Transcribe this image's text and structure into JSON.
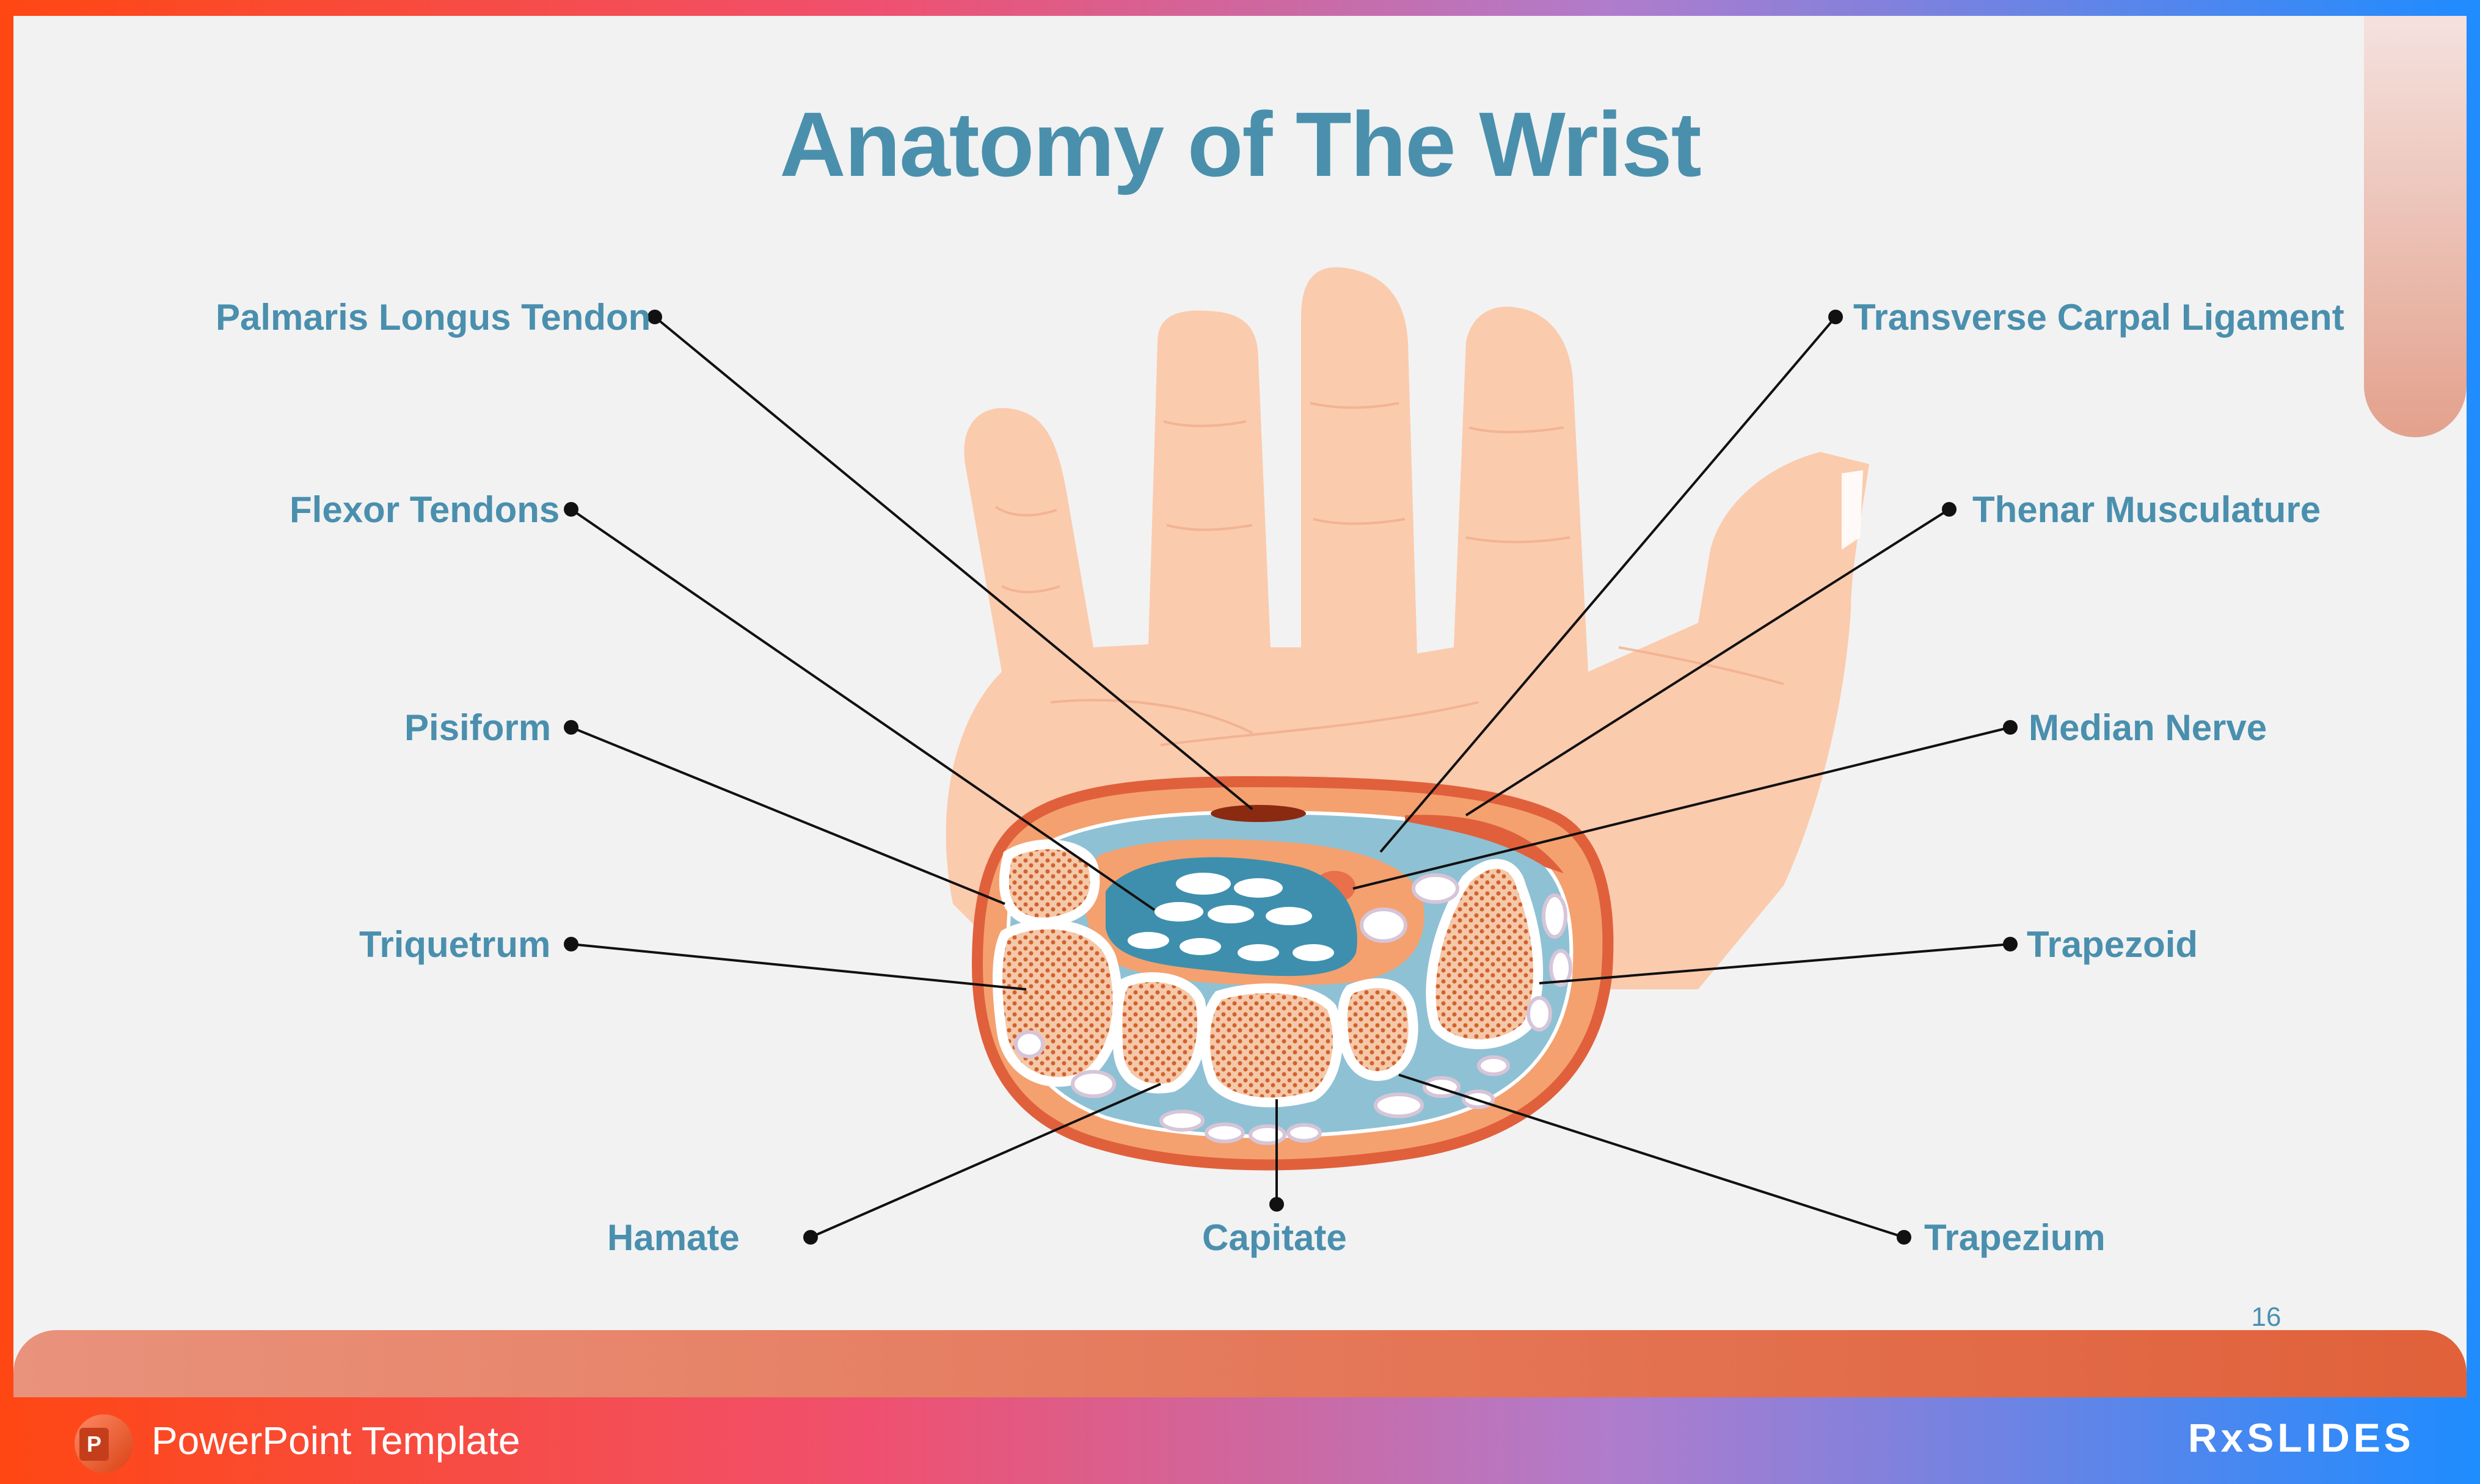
{
  "slide": {
    "title": "Anatomy of The Wrist",
    "page_number": "16"
  },
  "labels": {
    "palmaris_longus_tendon": "Palmaris Longus Tendon",
    "flexor_tendons": "Flexor Tendons",
    "pisiform": "Pisiform",
    "triquetrum": "Triquetrum",
    "hamate": "Hamate",
    "capitate": "Capitate",
    "trapezium": "Trapezium",
    "trapezoid": "Trapezoid",
    "median_nerve": "Median Nerve",
    "thenar_musculature": "Thenar Musculature",
    "transverse_carpal_ligament": "Transverse Carpal Ligament"
  },
  "footer": {
    "app_icon": "powerpoint-icon",
    "app_icon_letter": "P",
    "template_label": "PowerPoint Template",
    "brand_logo_text": "RxSLIDES"
  },
  "colors": {
    "title": "#4a90ad",
    "label": "#4a8fae",
    "skin": "#fbcbad",
    "tissue_orange": "#f4a16f",
    "tissue_outline": "#e0603c",
    "synovial_blue": "#8fc1d4",
    "tendon_blue": "#3e8fad",
    "bone_fill": "#f2b28c",
    "bone_dots": "#d2622e"
  }
}
